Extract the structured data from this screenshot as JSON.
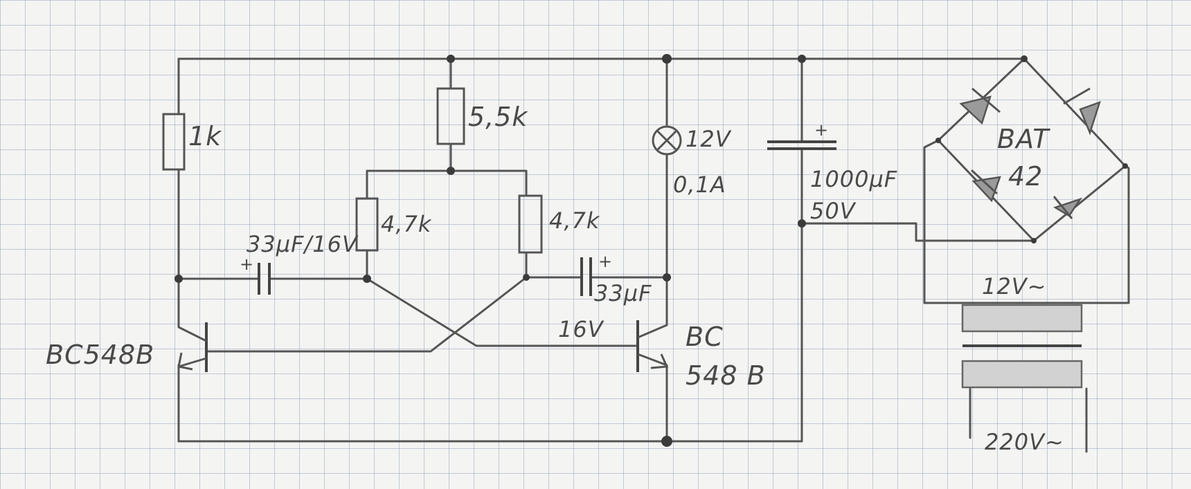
{
  "components": {
    "r1": {
      "value": "1k"
    },
    "r2": {
      "value": "5,5k"
    },
    "r3": {
      "value": "4,7k"
    },
    "r4": {
      "value": "4,7k"
    },
    "c1": {
      "value": "33µF/16V",
      "polarity": "+"
    },
    "c2": {
      "value": "33µF",
      "voltage": "16V",
      "polarity": "+"
    },
    "c3": {
      "value": "1000µF",
      "voltage": "50V",
      "polarity": "+"
    },
    "q1": {
      "type": "BC548B"
    },
    "q2": {
      "type_line1": "BC",
      "type_line2": "548 B"
    },
    "lamp": {
      "voltage": "12V",
      "current": "0,1A"
    },
    "bridge": {
      "line1": "BAT",
      "line2": "42"
    },
    "transformer": {
      "secondary": "12V~",
      "primary": "220V~"
    }
  },
  "colors": {
    "pencil": "#555555",
    "grid": "#96a5be",
    "paper": "#f4f4f2"
  }
}
